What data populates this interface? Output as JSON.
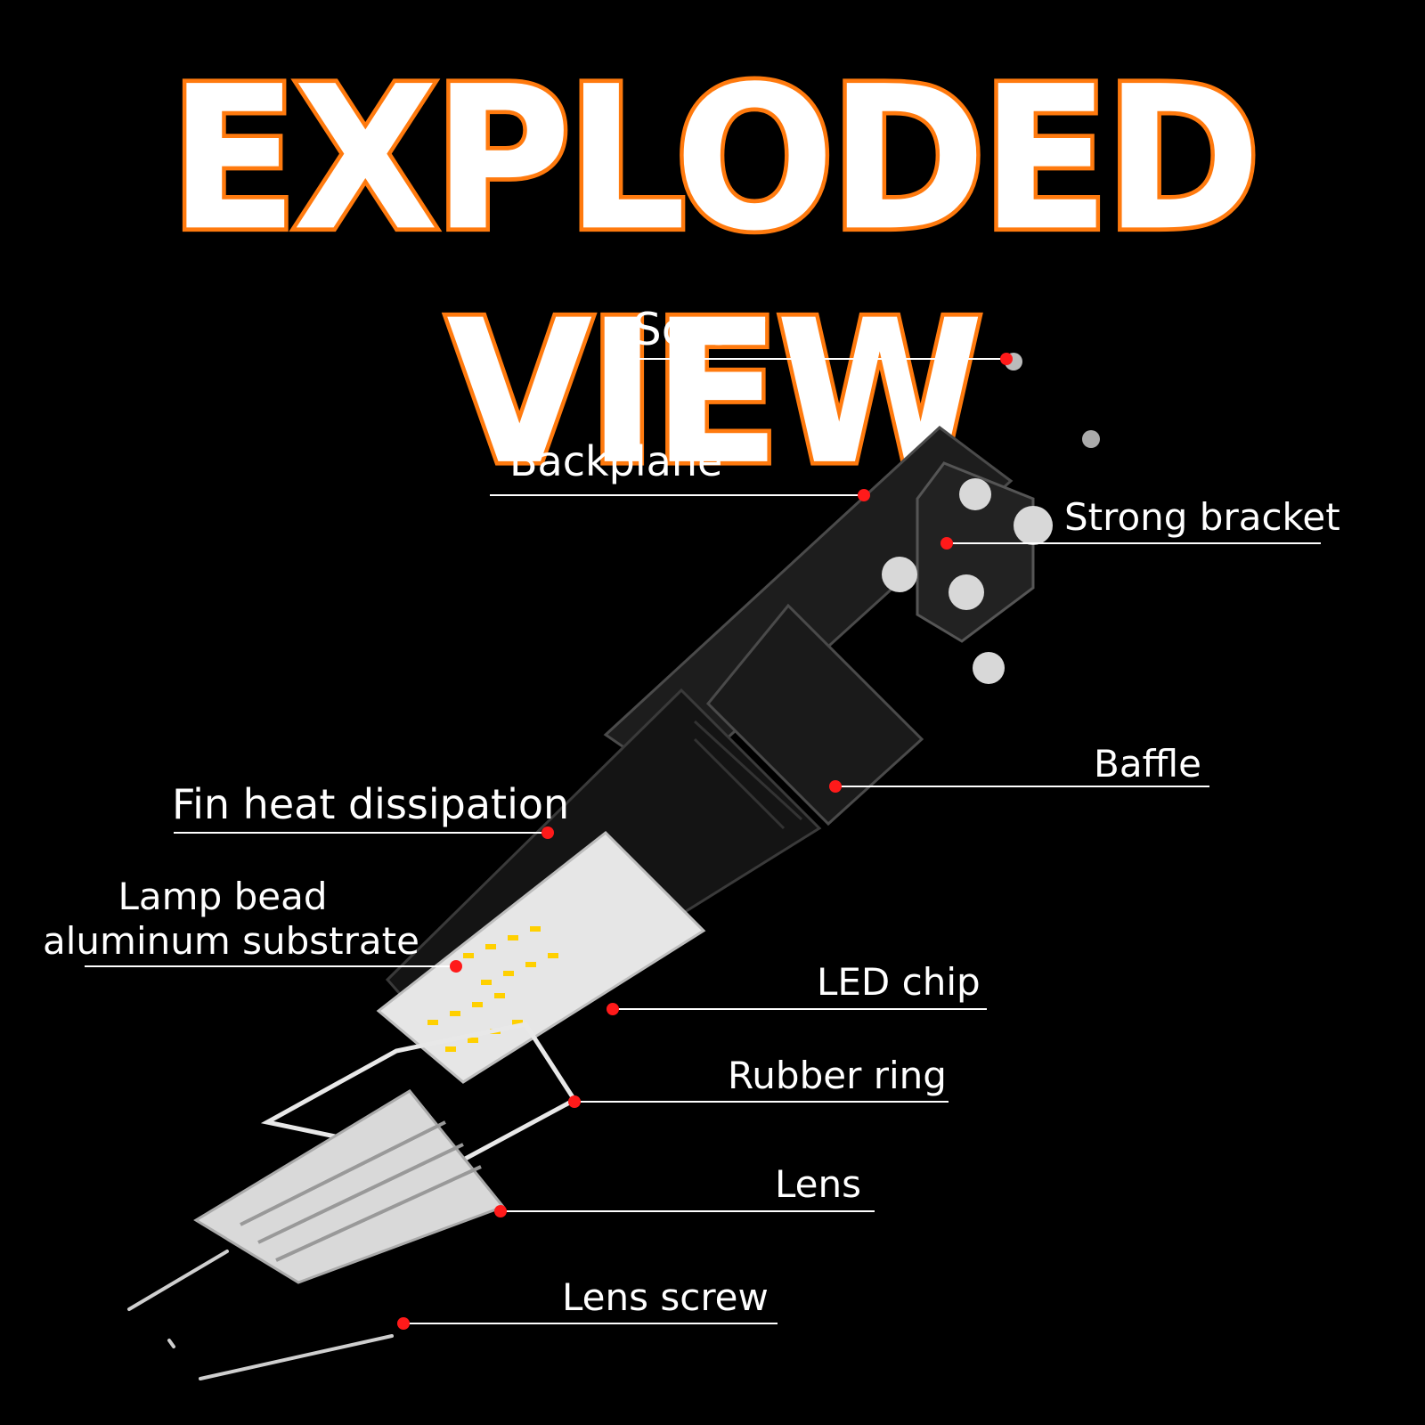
{
  "title": "EXPLODED VIEW",
  "accent_color": "#ff7a0e",
  "marker_color": "#ff1a1a",
  "labels": {
    "screw": "Screw",
    "backplane": "Backplane",
    "strong_bracket": "Strong bracket",
    "baffle": "Baffle",
    "fin_heat_dissipation": "Fin heat dissipation",
    "lamp_bead_line1": "Lamp bead",
    "lamp_bead_line2": "aluminum substrate",
    "led_chip": "LED chip",
    "rubber_ring": "Rubber ring",
    "lens": "Lens",
    "lens_screw": "Lens screw"
  }
}
